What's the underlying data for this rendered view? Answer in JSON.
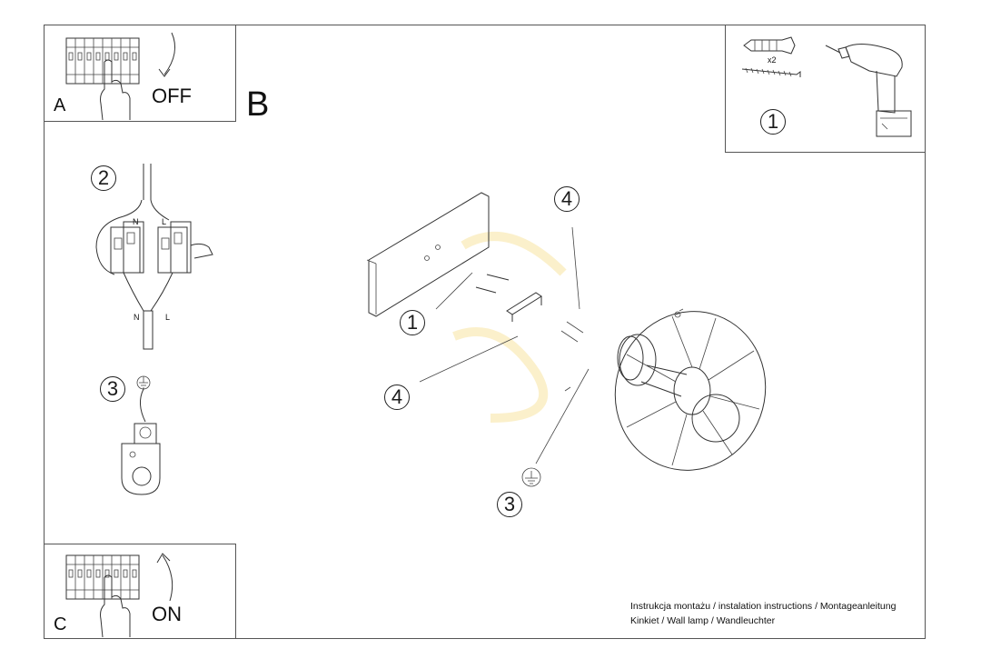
{
  "panel_a": {
    "letter": "A",
    "switch_label": "OFF"
  },
  "panel_b": {
    "letter": "B"
  },
  "panel_c": {
    "letter": "C",
    "switch_label": "ON"
  },
  "tools": {
    "quantity": "x2",
    "step": "1"
  },
  "wiring": {
    "step": "2",
    "neutral": "N",
    "live": "L"
  },
  "grounding": {
    "step": "3"
  },
  "assembly": {
    "callout_plate": "1",
    "callout_top": "4",
    "callout_left": "4",
    "callout_ground": "3"
  },
  "caption": {
    "line1": "Instrukcja montażu / instalation instructions / Montageanleitung",
    "line2": "Kinkiet / Wall lamp / Wandleuchter"
  }
}
